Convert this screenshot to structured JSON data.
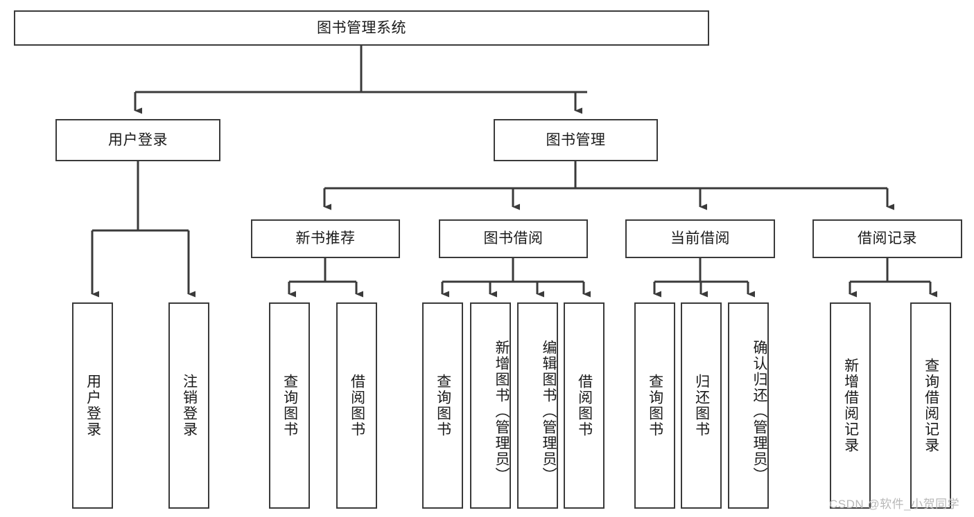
{
  "diagram": {
    "title": "图书管理系统",
    "type": "hierarchy-tree",
    "colors": {
      "background": "#ffffff",
      "box_border": "#3a3a3a",
      "box_fill": "#ffffff",
      "connector": "#3a3a3a",
      "text": "#1a1a1a",
      "watermark": "#b8b8b8"
    },
    "root": {
      "label": "图书管理系统"
    },
    "level2": [
      {
        "id": "user-login",
        "label": "用户登录"
      },
      {
        "id": "book-management",
        "label": "图书管理"
      }
    ],
    "level3": [
      {
        "id": "new-book-recommend",
        "label": "新书推荐"
      },
      {
        "id": "book-borrow",
        "label": "图书借阅"
      },
      {
        "id": "current-borrow",
        "label": "当前借阅"
      },
      {
        "id": "borrow-record",
        "label": "借阅记录"
      }
    ],
    "leaves": {
      "user_login": [
        {
          "id": "leaf-user-login",
          "label": "用户登录"
        },
        {
          "id": "leaf-logout-login",
          "label": "注销登录"
        }
      ],
      "new_book_recommend": [
        {
          "id": "leaf-query-book-1",
          "label": "查询图书"
        },
        {
          "id": "leaf-borrow-book-1",
          "label": "借阅图书"
        }
      ],
      "book_borrow": [
        {
          "id": "leaf-query-book-2",
          "label": "查询图书"
        },
        {
          "id": "leaf-add-book",
          "label": "新增图书（管理员）"
        },
        {
          "id": "leaf-edit-book",
          "label": "编辑图书（管理员）"
        },
        {
          "id": "leaf-borrow-book-2",
          "label": "借阅图书"
        }
      ],
      "current_borrow": [
        {
          "id": "leaf-query-book-3",
          "label": "查询图书"
        },
        {
          "id": "leaf-return-book",
          "label": "归还图书"
        },
        {
          "id": "leaf-confirm-return",
          "label": "确认归还（管理员）"
        }
      ],
      "borrow_record": [
        {
          "id": "leaf-add-record",
          "label": "新增借阅记录"
        },
        {
          "id": "leaf-query-record",
          "label": "查询借阅记录"
        }
      ]
    }
  },
  "watermark": {
    "text": "CSDN @软件_小贺同学"
  }
}
